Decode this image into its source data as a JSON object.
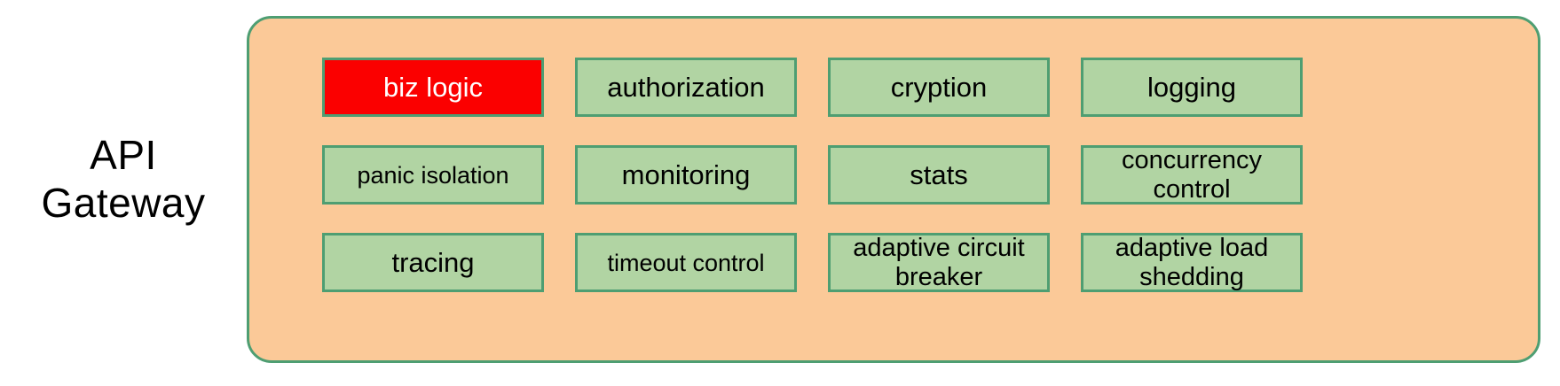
{
  "diagram": {
    "side_label": "API\nGateway",
    "container": {
      "name": "api-gateway-container",
      "fill_color": "#fbc998",
      "border_color": "#4e9e72"
    },
    "box_style": {
      "fill_color": "#b1d4a3",
      "border_color": "#4e9e72",
      "text_color": "#000000",
      "highlight_fill_color": "#fb0000",
      "highlight_text_color": "#ffffff"
    },
    "rows": [
      {
        "row_index": 1,
        "boxes": [
          {
            "label": "biz logic",
            "highlighted": true
          },
          {
            "label": "authorization",
            "highlighted": false
          },
          {
            "label": "cryption",
            "highlighted": false
          },
          {
            "label": "logging",
            "highlighted": false
          }
        ]
      },
      {
        "row_index": 2,
        "boxes": [
          {
            "label": "panic isolation",
            "highlighted": false
          },
          {
            "label": "monitoring",
            "highlighted": false
          },
          {
            "label": "stats",
            "highlighted": false
          },
          {
            "label": "concurrency\ncontrol",
            "highlighted": false
          }
        ]
      },
      {
        "row_index": 3,
        "boxes": [
          {
            "label": "tracing",
            "highlighted": false
          },
          {
            "label": "timeout control",
            "highlighted": false
          },
          {
            "label": "adaptive circuit\nbreaker",
            "highlighted": false
          },
          {
            "label": "adaptive load\nshedding",
            "highlighted": false
          }
        ]
      }
    ]
  }
}
